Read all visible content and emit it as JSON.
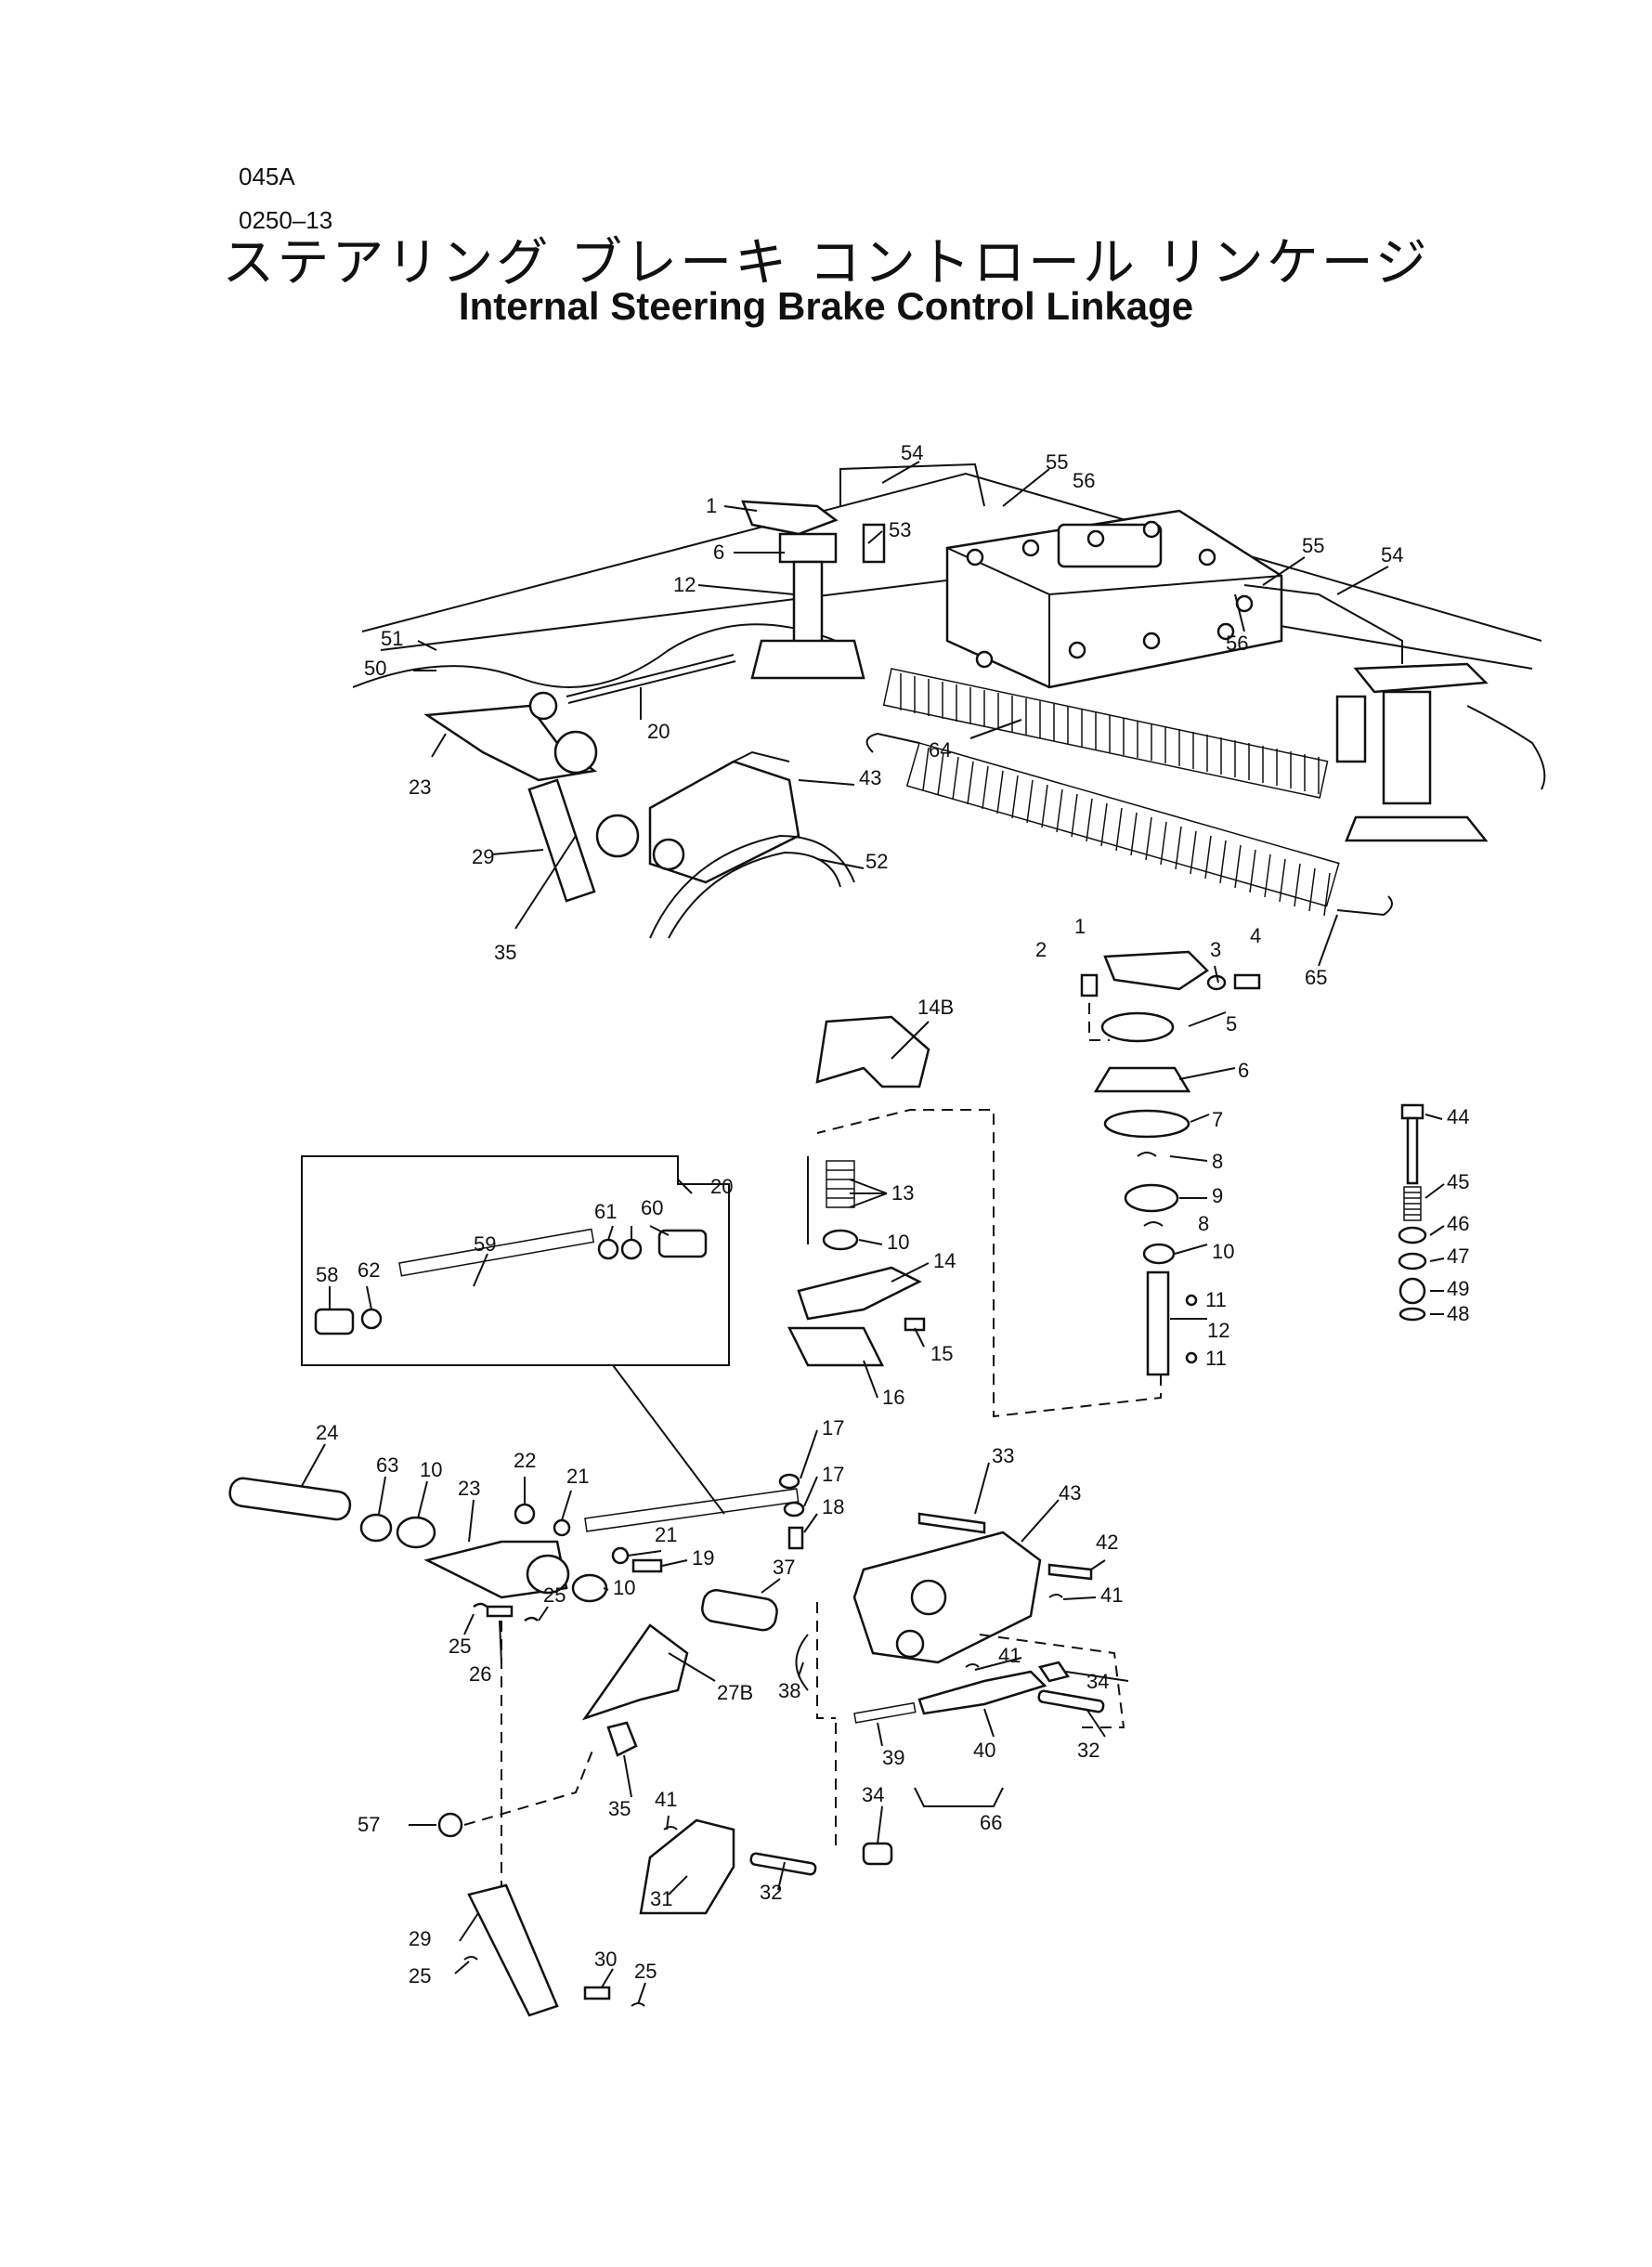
{
  "header": {
    "code_top": "045A",
    "code_bottom": "0250–13",
    "title_ja": "ステアリング ブレーキ コントロール リンケージ",
    "title_en": "Internal Steering Brake Control Linkage"
  },
  "callouts": {
    "c54a": "54",
    "c55a": "55",
    "c56a": "56",
    "c1a": "1",
    "c53": "53",
    "c6a": "6",
    "c12a": "12",
    "c55b": "55",
    "c54b": "54",
    "c56b": "56",
    "c51": "51",
    "c50": "50",
    "c20a": "20",
    "c23a": "23",
    "c64": "64",
    "c43a": "43",
    "c29a": "29",
    "c52": "52",
    "c35a": "35",
    "c65": "65",
    "c1b": "1",
    "c2": "2",
    "c3": "3",
    "c4": "4",
    "c5": "5",
    "c6b": "6",
    "c7": "7",
    "c8a": "8",
    "c9": "9",
    "c8b": "8",
    "c10a": "10",
    "c11a": "11",
    "c12b": "12",
    "c11b": "11",
    "c14B": "14B",
    "c13": "13",
    "c10b": "10",
    "c14": "14",
    "c15": "15",
    "c16": "16",
    "c44": "44",
    "c45": "45",
    "c46": "46",
    "c47": "47",
    "c49": "49",
    "c48": "48",
    "c20b": "20",
    "c61": "61",
    "c60": "60",
    "c59": "59",
    "c58": "58",
    "c62": "62",
    "c24": "24",
    "c63": "63",
    "c10c": "10",
    "c22": "22",
    "c23b": "23",
    "c21a": "21",
    "c17a": "17",
    "c17b": "17",
    "c18": "18",
    "c21b": "21",
    "c19": "19",
    "c10d": "10",
    "c33": "33",
    "c43b": "43",
    "c42": "42",
    "c41a": "41",
    "c37": "37",
    "c25a": "25",
    "c25b": "25",
    "c26": "26",
    "c27B": "27B",
    "c38": "38",
    "c41b": "41",
    "c34a": "34",
    "c32a": "32",
    "c39": "39",
    "c40": "40",
    "c35b": "35",
    "c41c": "41",
    "c34b": "34",
    "c66": "66",
    "c57": "57",
    "c31": "31",
    "c32b": "32",
    "c29b": "29",
    "c30": "30",
    "c25c": "25",
    "c25d": "25"
  }
}
